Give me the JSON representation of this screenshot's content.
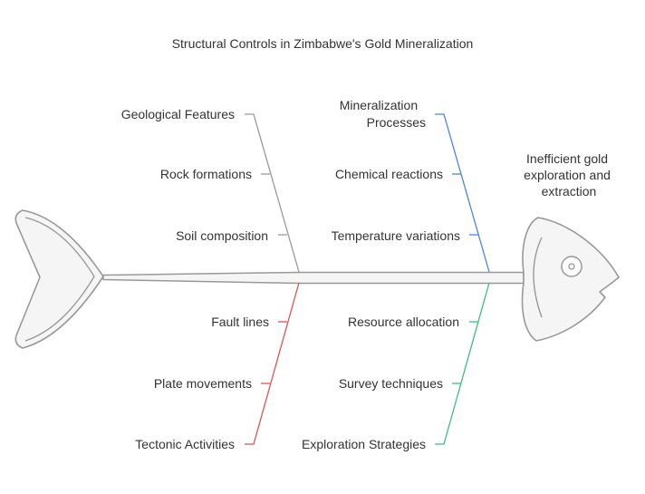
{
  "title": "Structural Controls in Zimbabwe's Gold Mineralization",
  "effect": {
    "lines": [
      "Inefficient gold",
      "exploration and",
      "extraction"
    ]
  },
  "categories": {
    "geological": {
      "label": [
        "Geological Features"
      ],
      "color": "#999999",
      "causes": [
        "Rock formations",
        "Soil composition"
      ]
    },
    "mineralization": {
      "label": [
        "Mineralization",
        "Processes"
      ],
      "color": "#4c84e6",
      "causes": [
        "Chemical reactions",
        "Temperature variations"
      ]
    },
    "tectonic": {
      "label": [
        "Tectonic Activities"
      ],
      "color": "#e05252",
      "causes": [
        "Fault lines",
        "Plate movements"
      ]
    },
    "exploration": {
      "label": [
        "Exploration Strategies"
      ],
      "color": "#3cbf7f",
      "causes": [
        "Resource allocation",
        "Survey techniques"
      ]
    }
  },
  "colors": {
    "outline": "#999999",
    "fill": "#f5f5f5",
    "text": "#333333"
  }
}
